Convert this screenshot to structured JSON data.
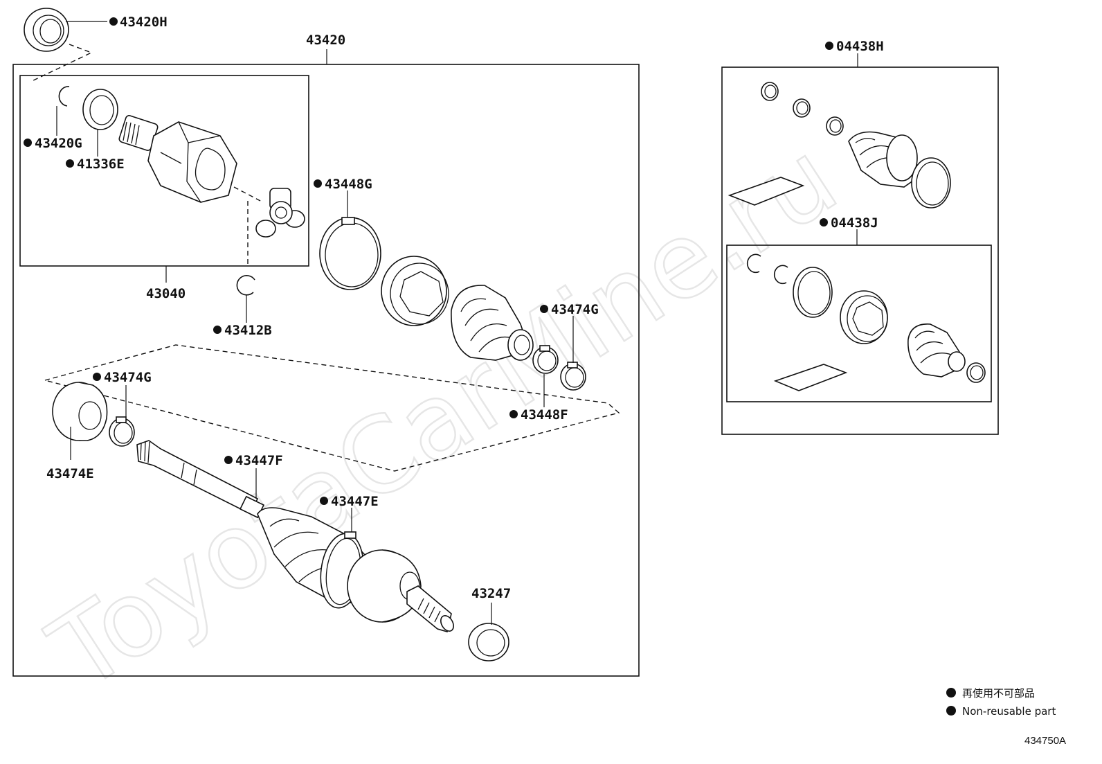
{
  "watermark": "ToyotaCarMine.ru",
  "labels": {
    "p43420H": "43420H",
    "p43420": "43420",
    "p43420G": "43420G",
    "p41336E": "41336E",
    "p43040": "43040",
    "p43412B": "43412B",
    "p43448G": "43448G",
    "p43474G_a": "43474G",
    "p43448F": "43448F",
    "p43474G_b": "43474G",
    "p43474E": "43474E",
    "p43447F": "43447F",
    "p43447E": "43447E",
    "p43247": "43247",
    "p04438H": "04438H",
    "p04438J": "04438J"
  },
  "legend": {
    "jp": "再使用不可部品",
    "en": "Non-reusable part"
  },
  "reference": "434750A"
}
